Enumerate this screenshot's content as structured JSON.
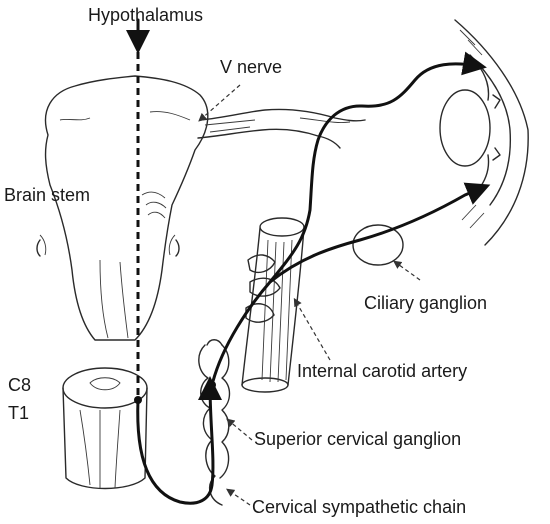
{
  "labels": {
    "hypothalamus": "Hypothalamus",
    "v_nerve": "V nerve",
    "brain_stem": "Brain stem",
    "c8": "C8",
    "t1": "T1",
    "ciliary_ganglion": "Ciliary ganglion",
    "internal_carotid_artery": "Internal carotid artery",
    "superior_cervical_ganglion": "Superior cervical ganglion",
    "cervical_sympathetic_chain": "Cervical sympathetic chain"
  }
}
